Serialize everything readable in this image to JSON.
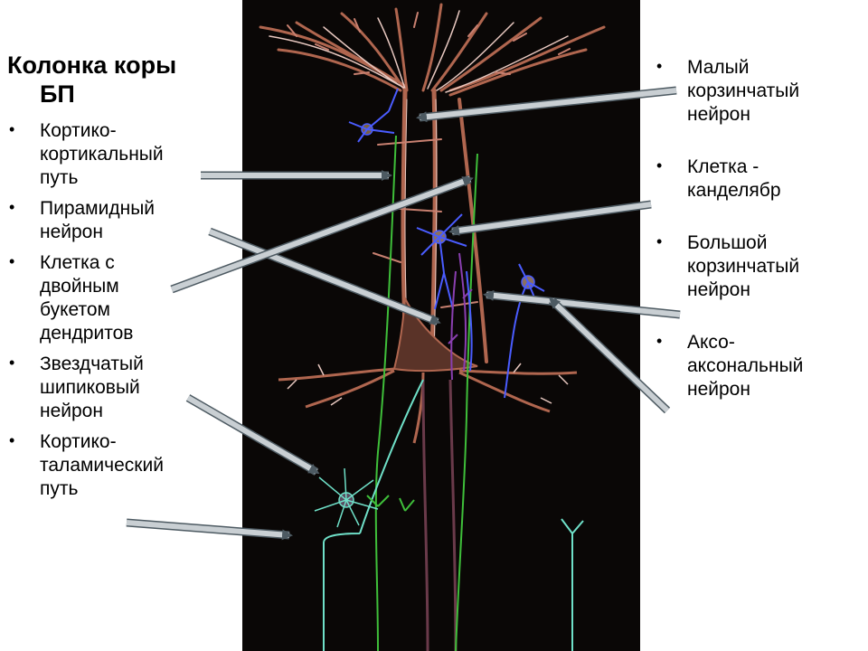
{
  "title_line1": "Колонка коры",
  "title_line2": "БП",
  "bullet_char": "•",
  "left_items": [
    {
      "lines": [
        "Кортико-",
        "кортикальный",
        "путь"
      ]
    },
    {
      "lines": [
        "Пирамидный",
        "нейрон"
      ]
    },
    {
      "lines": [
        "Клетка с",
        "двойным",
        "букетом",
        "дендритов"
      ]
    },
    {
      "lines": [
        "Звездчатый",
        "шипиковый",
        "нейрон"
      ]
    },
    {
      "lines": [
        "Кортико-",
        "таламический",
        "путь"
      ]
    }
  ],
  "right_items": [
    {
      "lines": [
        "Малый",
        "корзинчатый",
        "нейрон"
      ]
    },
    {
      "lines": [
        "Клетка -",
        "канделябр"
      ]
    },
    {
      "lines": [
        "Большой",
        "корзинчатый",
        "нейрон"
      ]
    },
    {
      "lines": [
        "Аксо-",
        "аксональный",
        "нейрон"
      ]
    }
  ],
  "colors": {
    "background": "#ffffff",
    "panel": "#0a0706",
    "arrow_fill": "#c9cfd3",
    "arrow_stroke": "#4d5a62",
    "pyramidal": "#b0664f",
    "pyramidal_light": "#e8c8c0",
    "green_cell": "#3fbf3a",
    "cyan_cell": "#6fe0c8",
    "blue_cell": "#4a5cff",
    "purple_cell": "#8a3fb0"
  },
  "icons": [
    "bullet-icon",
    "arrow-icon"
  ]
}
